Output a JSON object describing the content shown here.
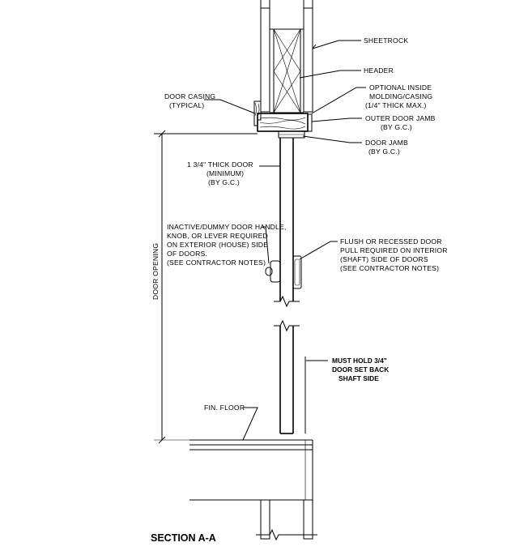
{
  "drawing": {
    "labels": {
      "sheetrock": "SHEETROCK",
      "header": "HEADER",
      "optional_molding": [
        "OPTIONAL INSIDE",
        "MOLDING/CASING",
        "(1/4\" THICK MAX.)"
      ],
      "door_casing": [
        "DOOR CASING",
        "(TYPICAL)"
      ],
      "outer_door_jamb": [
        "OUTER DOOR JAMB",
        "(BY G.C.)"
      ],
      "door_jamb": [
        "DOOR JAMB",
        "(BY G.C.)"
      ],
      "thick_door": [
        "1 3/4\" THICK DOOR",
        "(MINIMUM)",
        "(BY G.C.)"
      ],
      "inactive_handle": [
        "INACTIVE/DUMMY DOOR HANDLE,",
        "KNOB, OR LEVER REQUIRED",
        "ON EXTERIOR (HOUSE) SIDE",
        "OF DOORS.",
        "(SEE CONTRACTOR NOTES)"
      ],
      "flush_pull": [
        "FLUSH OR RECESSED DOOR",
        "PULL REQUIRED ON INTERIOR",
        "(SHAFT) SIDE OF DOORS",
        "(SEE CONTRACTOR NOTES)"
      ],
      "door_opening": "DOOR OPENING",
      "must_hold": [
        "MUST HOLD 3/4\"",
        "DOOR SET BACK",
        "SHAFT SIDE"
      ],
      "fin_floor": "FIN. FLOOR"
    },
    "title": "SECTION A-A"
  }
}
